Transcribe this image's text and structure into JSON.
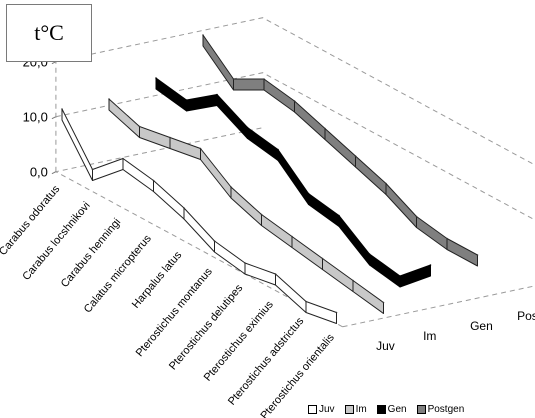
{
  "unit_label": "t°C",
  "chart_data": {
    "type": "line",
    "view": "3d-ribbon",
    "title": "",
    "ylabel": "",
    "xlabel": "",
    "ylim": [
      0,
      20
    ],
    "yticks": [
      "0,0",
      "10,0",
      "20,0"
    ],
    "grid": true,
    "legend": "bottom-right",
    "categories": [
      "Carabus odoratus",
      "Carabus locshnikovi",
      "Carabus henningi",
      "Calatus micropterus",
      "Harpalus latus",
      "Pterostichus montanus",
      "Pterostichus delutipes",
      "Pterostichus eximius",
      "Pterostichus adstrictus",
      "Pterostichus orientalis"
    ],
    "series": [
      {
        "name": "Juv",
        "color": "#ffffff",
        "values": [
          12,
          4,
          9,
          8,
          6,
          3,
          2,
          3,
          1,
          2
        ]
      },
      {
        "name": "Im",
        "color": "#c8c8c8",
        "values": [
          12,
          10,
          11,
          12,
          8,
          6,
          5,
          4,
          3,
          2
        ]
      },
      {
        "name": "Gen",
        "color": "#000000",
        "values": [
          14,
          13,
          17,
          14,
          13,
          8,
          7,
          3,
          2,
          7
        ]
      },
      {
        "name": "Postgen",
        "color": "#7f7f7f",
        "values": [
          20,
          15,
          18,
          17,
          15,
          13,
          11,
          8,
          7,
          7
        ]
      }
    ]
  }
}
